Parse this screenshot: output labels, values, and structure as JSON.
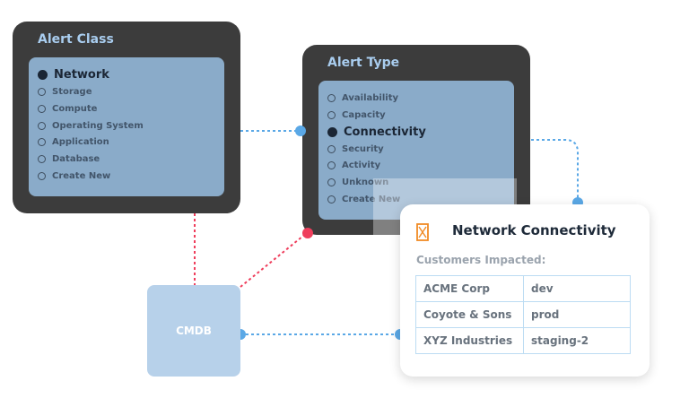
{
  "alert_class": {
    "title": "Alert Class",
    "options": [
      {
        "label": "Network",
        "selected": true
      },
      {
        "label": "Storage",
        "selected": false
      },
      {
        "label": "Compute",
        "selected": false
      },
      {
        "label": "Operating System",
        "selected": false
      },
      {
        "label": "Application",
        "selected": false
      },
      {
        "label": "Database",
        "selected": false
      },
      {
        "label": "Create New",
        "selected": false
      }
    ]
  },
  "alert_type": {
    "title": "Alert Type",
    "options": [
      {
        "label": "Availability",
        "selected": false
      },
      {
        "label": "Capacity",
        "selected": false
      },
      {
        "label": "Connectivity",
        "selected": true
      },
      {
        "label": "Security",
        "selected": false
      },
      {
        "label": "Activity",
        "selected": false
      },
      {
        "label": "Unknown",
        "selected": false
      },
      {
        "label": "Create New",
        "selected": false
      }
    ]
  },
  "cmdb": {
    "label": "CMDB"
  },
  "result_card": {
    "title": "Network Connectivity",
    "icon": "hourglass-icon",
    "subtitle": "Customers Impacted:",
    "rows": [
      {
        "customer": "ACME Corp",
        "env": "dev"
      },
      {
        "customer": "Coyote & Sons",
        "env": "prod"
      },
      {
        "customer": "XYZ Industries",
        "env": "staging-2"
      }
    ]
  },
  "colors": {
    "panel": "#3c3c3c",
    "panel_title": "#a9cdef",
    "inner": "#8aabc9",
    "wire_blue": "#5aa8e6",
    "wire_red": "#ef3e5c",
    "cmdb": "#b7d1ea"
  }
}
